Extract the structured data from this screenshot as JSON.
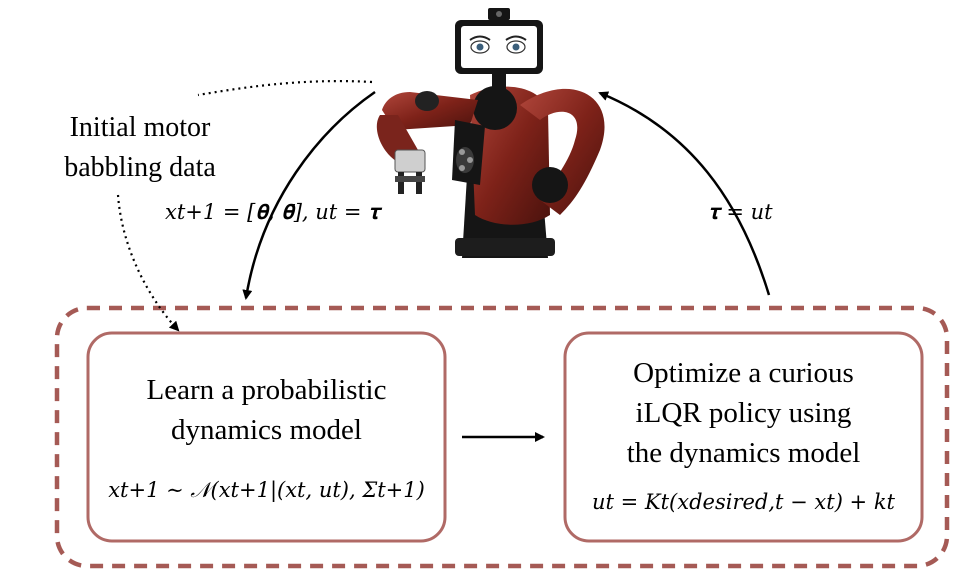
{
  "initial_data": {
    "line1": "Initial motor",
    "line2": "babbling data"
  },
  "state_action_eq": "x_{t+1} = [θ, θ̇], u_t = τ",
  "state_action_eq_display": "xt+1 = [𝛉, 𝛉̇], ut = 𝛕",
  "torque_eq_display": "𝛕 = ut",
  "learn_box": {
    "line1": "Learn a probabilistic",
    "line2": "dynamics model",
    "equation": "xt+1 ∼ 𝒩(xt+1|(xt, ut), Σt+1)"
  },
  "optimize_box": {
    "line1": "Optimize a curious",
    "line2": "iLQR policy using",
    "line3": "the dynamics model",
    "equation": "ut = Kt(xdesired,t − xt) + kt"
  },
  "robot_brand": "sawyer",
  "colors": {
    "box_border": "#b06a66",
    "dashed_border": "#a55a55",
    "robot_red": "#8c2a22",
    "robot_black": "#151515"
  }
}
